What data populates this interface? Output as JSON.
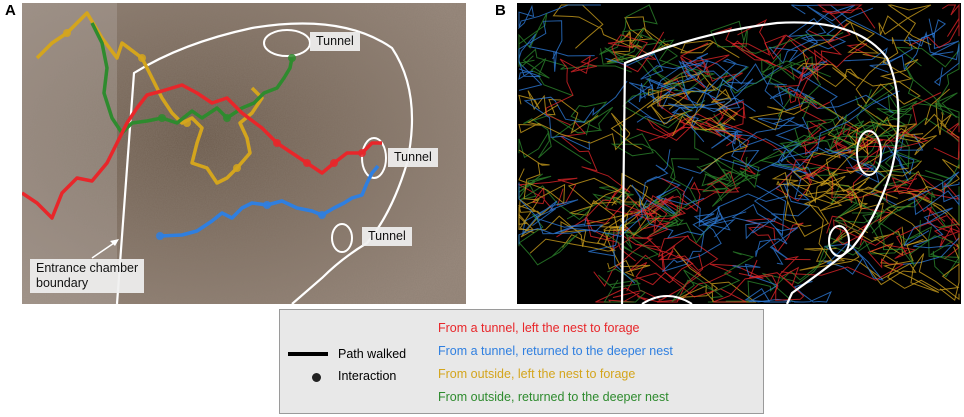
{
  "panels": {
    "a": {
      "letter": "A",
      "labels": {
        "tunnel_top": "Tunnel",
        "tunnel_right": "Tunnel",
        "tunnel_bottom": "Tunnel",
        "boundary_line1": "Entrance chamber",
        "boundary_line2": "boundary"
      }
    },
    "b": {
      "letter": "B"
    }
  },
  "legend": {
    "path_label": "Path walked",
    "interaction_label": "Interaction",
    "categories": [
      {
        "label": "From a tunnel, left the nest to forage",
        "color": "#e8262a"
      },
      {
        "label": "From a tunnel, returned to the deeper nest",
        "color": "#2f7fe0"
      },
      {
        "label": "From outside, left the nest to forage",
        "color": "#d4a51d"
      },
      {
        "label": "From outside, returned to the deeper nest",
        "color": "#2e8b2e"
      }
    ]
  },
  "colors": {
    "red": "#e8262a",
    "blue": "#2f7fe0",
    "yellow": "#d4a51d",
    "green": "#2e8b2e"
  }
}
